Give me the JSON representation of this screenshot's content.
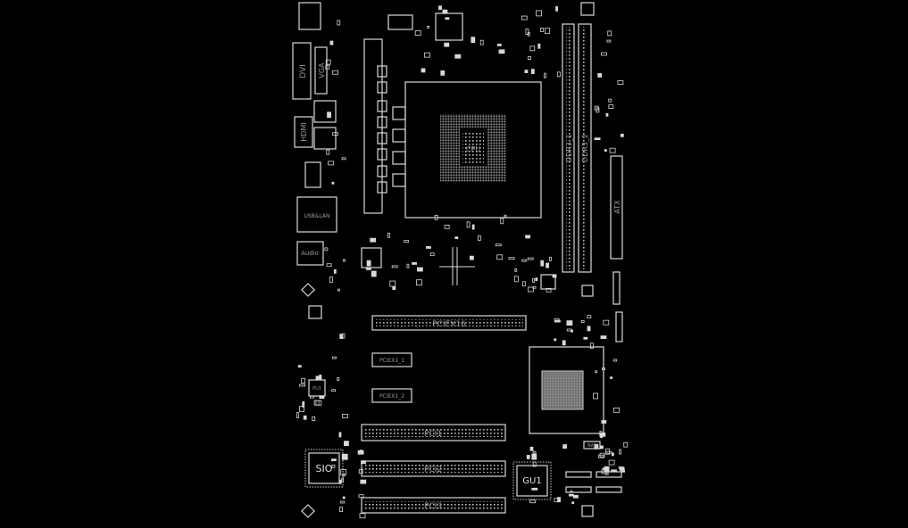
{
  "board": {
    "components": {
      "dvi": "DVI",
      "vga": "VGA",
      "hdmi": "HDMI",
      "usb_lan": "USB&LAN",
      "audio": "Audio",
      "cpu": "CPU",
      "ddr3_1": "DDR3_1",
      "ddr3_2": "DDR3_2",
      "atx": "ATX",
      "pciex16": "PCIEX16",
      "pciex1_1": "PCIEX1_1",
      "pciex1_2": "PCIEX1_2",
      "pci1": "PCI1",
      "pci2": "PCI2",
      "pci3": "PCI3",
      "sio": "SIO",
      "gu1": "GU1",
      "pu1": "PU1",
      "na2": "NA2"
    }
  },
  "colors": {
    "background": "#000000",
    "outline": "#d8d8d8",
    "label": "#9a9a9a"
  }
}
